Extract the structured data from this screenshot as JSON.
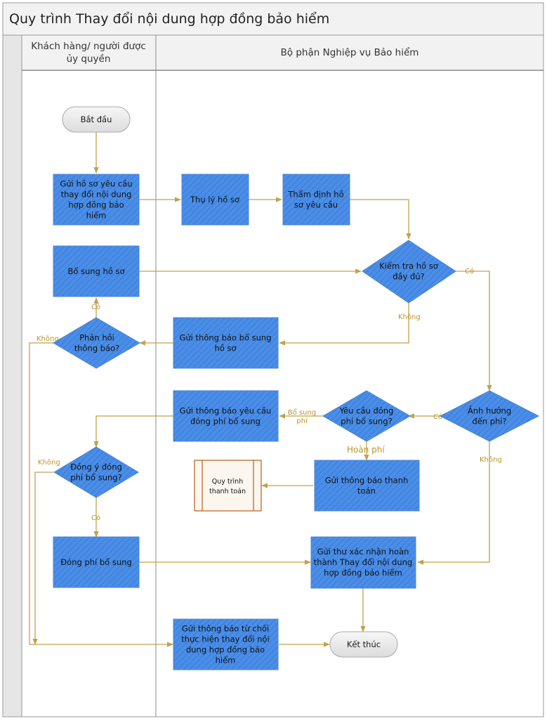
{
  "title": "Quy trình Thay đổi nội dung hợp đồng bảo hiểm",
  "lanes": {
    "customer": [
      "Khách hàng/ người được",
      "ủy quyền"
    ],
    "insurance": [
      "Bộ phận Nghiệp vụ Bảo hiểm"
    ]
  },
  "nodes": {
    "start": [
      "Bắt đầu"
    ],
    "submit": [
      "Gửi hồ sơ yêu cầu",
      "thay đổi nội dung",
      "hợp đồng bảo",
      "hiểm"
    ],
    "receive": [
      "Thụ lý hồ sơ"
    ],
    "appraise": [
      "Thẩm định hồ",
      "sơ  yêu cầu"
    ],
    "supplement": [
      "Bổ sung hồ sơ"
    ],
    "check_complete": [
      "Kiểm tra hồ sơ",
      "đầy đủ?"
    ],
    "respond": [
      "Phản hồi",
      "thông báo?"
    ],
    "notify_supplement": [
      "Gửi thông báo bổ sung",
      "hồ sơ"
    ],
    "fee_affect": [
      "Ảnh hưởng",
      "đến phí?"
    ],
    "require_fee": [
      "Yêu cầu đóng",
      "phí bổ sung?"
    ],
    "notify_fee": [
      "Gửi thông báo yêu cầu",
      "đóng phí bổ sung"
    ],
    "agree_fee": [
      "Đồng ý đóng",
      "phí bổ sung?"
    ],
    "payment_process": [
      "Quy trình",
      "thanh toán"
    ],
    "notify_payment": [
      "Gửi thông báo thanh",
      "toán"
    ],
    "pay_fee": [
      "Đóng phí bổ sung"
    ],
    "confirm": [
      "Gửi thư xác nhận hoàn",
      "thành Thay đổi nội dung",
      "hợp đồng bảo hiểm"
    ],
    "reject": [
      "Gửi thông báo từ chối",
      "thực hiện thay đổi nội",
      "dung hợp đồng bảo",
      "hiểm"
    ],
    "end": [
      "Kết thúc"
    ]
  },
  "edge_labels": {
    "check_yes": "Có",
    "check_no": "Không",
    "respond_yes": "Có",
    "respond_no": "Không",
    "fee_yes": "Có",
    "fee_no": "Không",
    "require_yes": [
      "Bổ sung",
      "phí"
    ],
    "refund": "Hoàn phí",
    "agree_no": "Không",
    "agree_yes": "Có"
  }
}
